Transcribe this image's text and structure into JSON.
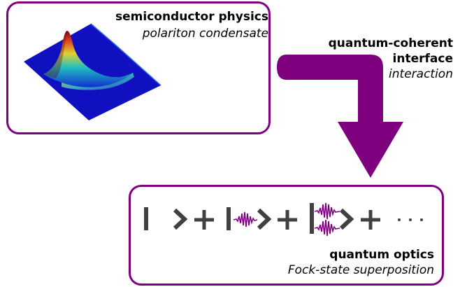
{
  "panels": {
    "top": {
      "title": "semiconductor physics",
      "subtitle": "polariton condensate"
    },
    "middle": {
      "title_line1": "quantum-coherent",
      "title_line2": "interface",
      "subtitle": "interaction"
    },
    "bottom": {
      "title": "quantum optics",
      "subtitle": "Fock-state superposition"
    }
  },
  "equation": {
    "plus": "+",
    "ellipsis": "···"
  },
  "colors": {
    "accent": "#7f007f",
    "box_border": "#7f007f",
    "symbol": "#404040",
    "surface_base": "#1010c0"
  },
  "icons": [
    "arrow-elbow-down-icon",
    "polariton-surface-plot",
    "photon-wavepacket-icon"
  ]
}
